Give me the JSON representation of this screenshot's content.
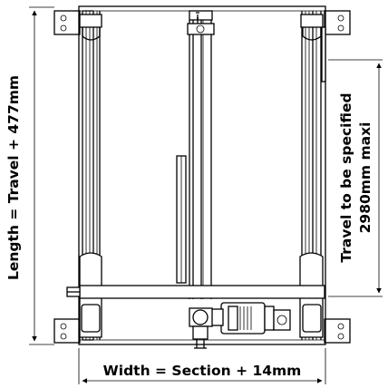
{
  "dimensions": {
    "length_label": "Length = Travel + 477mm",
    "travel_line1": "Travel to be specified",
    "travel_line2": "2980mm maxi",
    "width_label": "Width = Section + 14mm"
  }
}
